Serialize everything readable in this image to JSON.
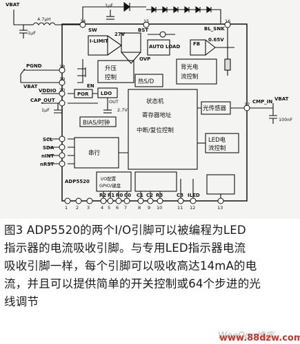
{
  "diagram": {
    "supply_labels": {
      "vbat_top": "VBAT",
      "vbat_mid": "VBAT",
      "vbat_right": "VBAT"
    },
    "components": {
      "cap_1uF_a": "1µF",
      "inductor": "4.7µH",
      "cap_1uF_b": "1µF",
      "cap_1uF_c": "1µF",
      "cap_100nF": "100nF"
    },
    "pins": {
      "sw": "SW",
      "bst": "BST",
      "bl_snk": "BL_SNK",
      "pgnd": "PGND",
      "vddio": "VDDIO",
      "cap_out": "CAP_OUT",
      "cmp_in": "CMP_IN",
      "scl": "SCL",
      "sda": "SDA",
      "nint": "nINT",
      "nrst": "nRST",
      "r2": "R2",
      "r1": "R1",
      "r0": "R0",
      "c0": "C0",
      "c1": "C1",
      "c2": "C2",
      "r3": "R3",
      "c3": "C3",
      "iled": "ILED"
    },
    "pin_numbers": [
      "1",
      "2",
      "3",
      "4",
      "5",
      "6",
      "7",
      "8",
      "9",
      "10",
      "11",
      "12",
      "13",
      "14",
      "15",
      "16",
      "17",
      "18",
      "19",
      "20"
    ],
    "blocks": {
      "ilimit": "I-LIMIT",
      "v27": "27V",
      "ovp": "OVP",
      "auto_load": "AUTO LOAD",
      "fb": "FB",
      "v065": "0.65V",
      "boost_ctrl_1": "升压",
      "boost_ctrl_2": "控制",
      "backlight_ctrl_1": "背光电",
      "backlight_ctrl_2": "流控制",
      "thermal_sd": "热S/D",
      "por": "POR",
      "en": "EN",
      "ldo": "LDO",
      "ldo_out": "OUT",
      "v27_ldo": "2.7V",
      "bias_clock": "BIAS/时钟",
      "state_machine": "状态机",
      "reg_addr": "寄存器地址",
      "irq_reset": "中断/复位控制",
      "light_sensor": "光传感器",
      "led_ctrl_1": "LED电",
      "led_ctrl_2": "流控制",
      "serial": "串行",
      "io_config_1": "I/O配置",
      "io_config_2": "GPIO/键盘",
      "part_number": "ADP5520"
    }
  },
  "caption": {
    "lines": [
      "图3  ADP5520的两个I/O引脚可以被编程为LED",
      "指示器的电流吸收引脚。与专用LED指示器电流",
      "吸收引脚一样，每个引脚可以吸收高达14mA的电",
      "流，并且可以提供简单的开关控制或64个步进的光",
      "线调节"
    ]
  },
  "watermark": {
    "top": "WeeQoo维库",
    "bottom": "www.88dzw.com"
  },
  "colors": {
    "diagram_bg": "#f4f4f2",
    "line": "#111111",
    "watermark_red": "#c0392b"
  }
}
